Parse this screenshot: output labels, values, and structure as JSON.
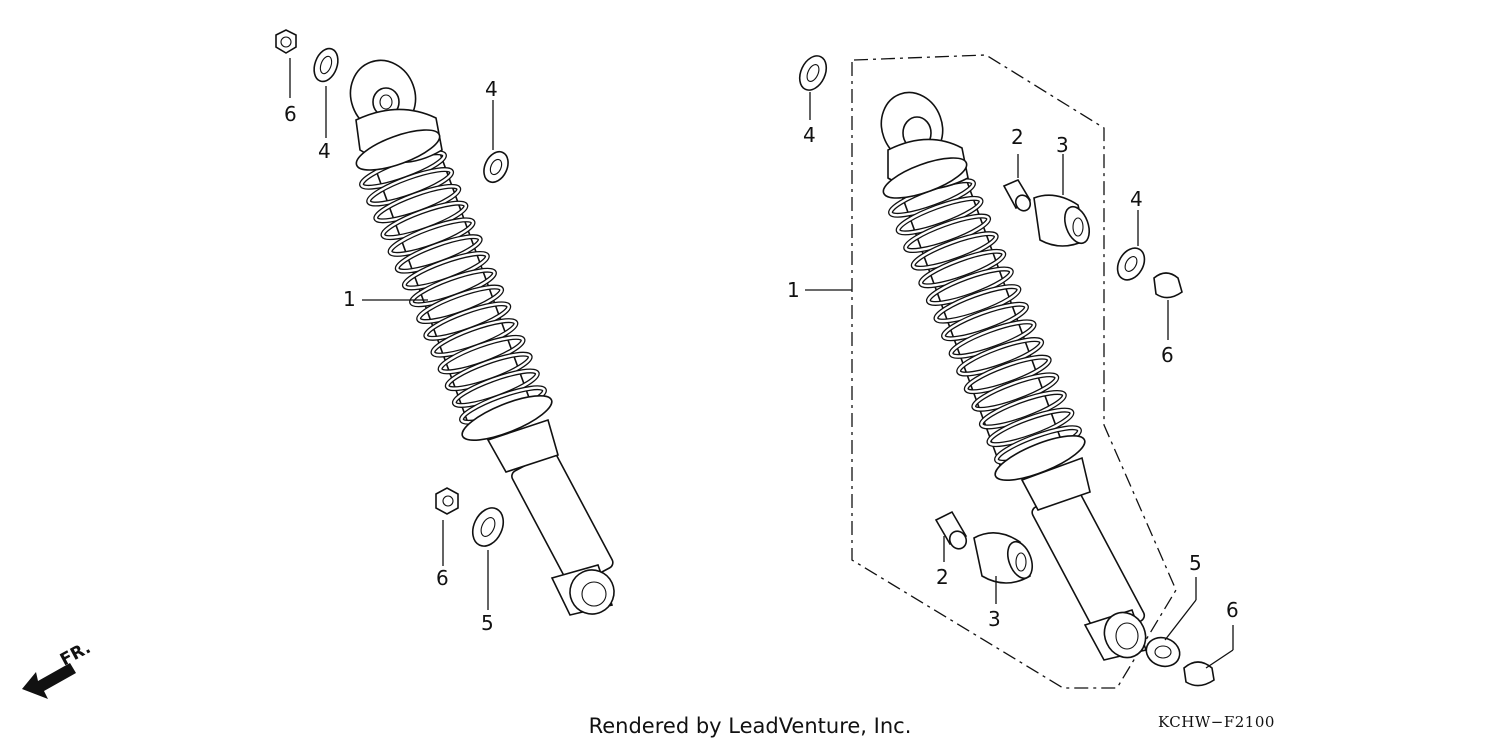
{
  "callouts": {
    "left": {
      "c6a": "6",
      "c4a": "4",
      "c4b": "4",
      "c1": "1",
      "c6b": "6",
      "c5": "5"
    },
    "right": {
      "c4a": "4",
      "c2a": "2",
      "c3a": "3",
      "c4b": "4",
      "c6a": "6",
      "c1": "1",
      "c2b": "2",
      "c3b": "3",
      "c5": "5",
      "c6b": "6"
    }
  },
  "direction_label": "FR.",
  "footer": {
    "credit": "Rendered by LeadVenture, Inc.",
    "code": "KCHW−F2100"
  }
}
